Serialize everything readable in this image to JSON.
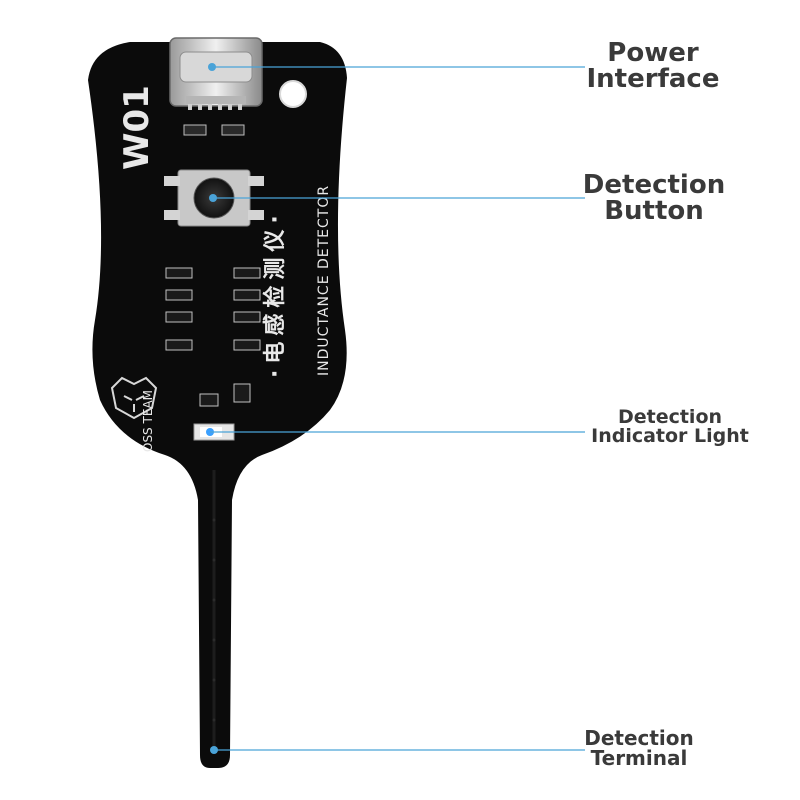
{
  "board": {
    "model": "W01",
    "chinese_title": "·电感检测仪·",
    "english_title": "INDUCTANCE DETECTOR",
    "team": "OSS TEAM"
  },
  "callouts": {
    "power": {
      "line1": "Power",
      "line2": "Interface"
    },
    "button": {
      "line1": "Detection",
      "line2": "Button"
    },
    "light": {
      "line1": "Detection",
      "line2": "Indicator Light"
    },
    "terminal": {
      "line1": "Detection",
      "line2": "Terminal"
    }
  },
  "colors": {
    "board": "#0b0b0b",
    "leader_line": "#4aa3d8",
    "label_text": "#3a3a3a",
    "silkscreen": "#e8e8e8"
  }
}
